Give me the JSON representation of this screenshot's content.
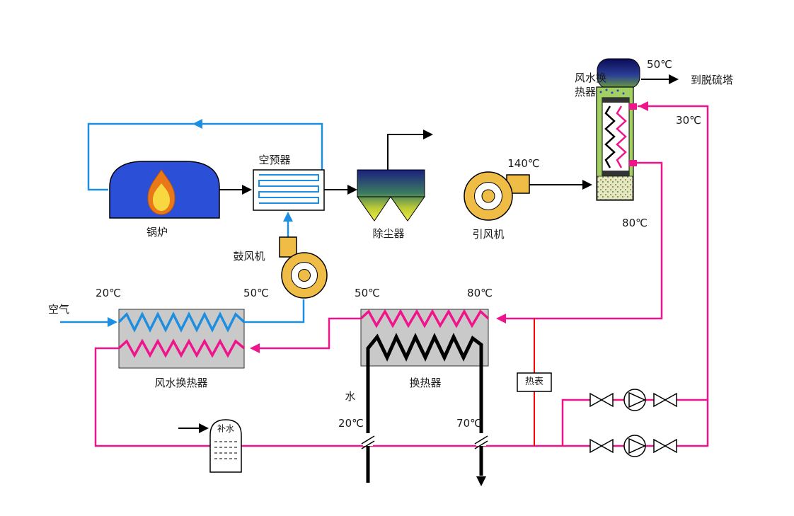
{
  "diagram": {
    "labels": {
      "air_preheater": "空预器",
      "boiler": "锅炉",
      "blower": "鼓风机",
      "dust_collector": "除尘器",
      "induced_draft_fan": "引风机",
      "fan_outlet_temp": "140℃",
      "fluegas_heat_exchanger": "风水换热器",
      "stack_out_temp": "50℃",
      "to_desulfurization_tower": "到脱硫塔",
      "return_water_temp": "30℃",
      "supply_water_temp": "80℃",
      "air_inlet": "空气",
      "air_inlet_temp": "20℃",
      "air_outlet_temp": "50℃",
      "air_water_heat_exchanger": "风水换热器",
      "hx_water_in_temp": "50℃",
      "hx_water_out_temp": "80℃",
      "heat_exchanger": "换热器",
      "water": "水",
      "water_in_temp": "20℃",
      "water_out_temp": "70℃",
      "heat_meter": "热表",
      "makeup_water": "补水"
    },
    "colors": {
      "air-line": "#1E8FE0",
      "hot-water-line": "#F0148C",
      "heat-meter-line": "#FF0000",
      "fan-fill": "#EFBD45",
      "boiler-fill": "#2B4FD7",
      "hx-box-fill": "#C9C9C9",
      "fluegas-hx-fill": "#A3D063"
    }
  }
}
